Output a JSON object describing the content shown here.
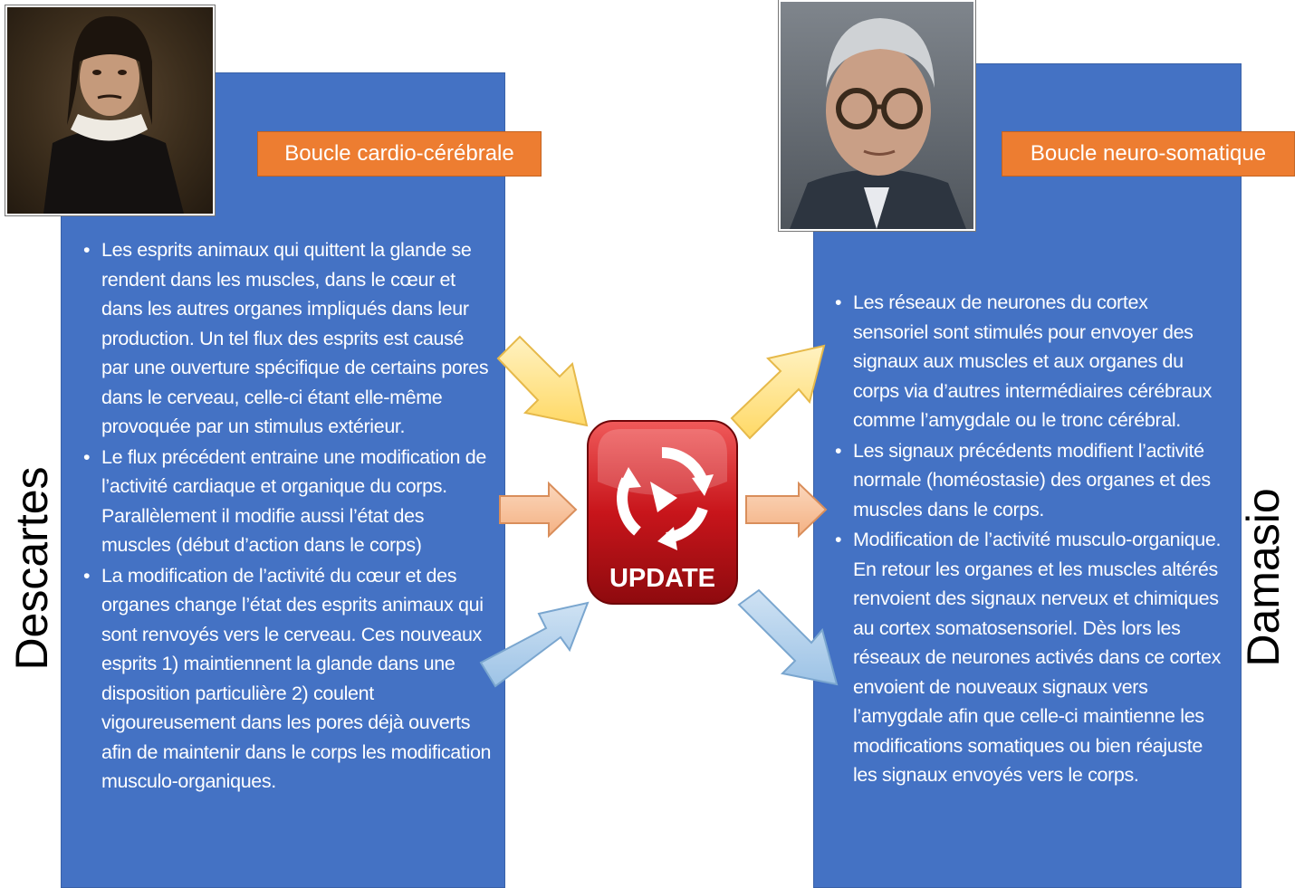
{
  "left": {
    "side_label": "Descartes",
    "tag": "Boucle cardio-cérébrale",
    "bullets": [
      "Les esprits animaux qui quittent la glande se rendent dans les muscles, dans le cœur et dans les autres organes impliqués dans leur production. Un tel flux des esprits est causé par une ouverture spécifique de certains pores dans le cerveau, celle-ci étant elle-même provoquée par un stimulus extérieur.",
      "Le flux précédent entraine une modification de l’activité cardiaque et organique du corps. Parallèlement il modifie aussi l’état des muscles (début d’action dans le corps)",
      "La modification de l’activité du cœur et des organes change l’état des esprits animaux qui sont renvoyés vers le cerveau. Ces nouveaux esprits 1) maintiennent la glande dans une disposition particulière 2) coulent vigoureusement dans les pores déjà ouverts afin de maintenir dans le corps les modification musculo-organiques."
    ]
  },
  "right": {
    "side_label": "Damasio",
    "tag": "Boucle neuro-somatique",
    "bullets": [
      "Les réseaux de neurones du cortex sensoriel sont stimulés pour envoyer des signaux aux muscles et aux organes du corps via d’autres intermédiaires cérébraux comme l’amygdale ou le tronc cérébral.",
      "Les signaux précédents modifient l’activité normale (homéostasie) des organes et des muscles dans le corps.",
      "Modification de l’activité musculo-organique. En retour les organes et les muscles altérés renvoient des signaux nerveux et chimiques au cortex somatosensoriel. Dès lors les réseaux de neurones activés dans ce cortex envoient de nouveaux signaux vers l’amygdale afin que celle-ci maintienne les modifications somatiques ou bien réajuste les signaux envoyés vers le corps."
    ]
  },
  "center": {
    "label": "UPDATE",
    "icon": "refresh-arrows-icon",
    "button_color": "#c8151b"
  },
  "colors": {
    "panel": "#4472c4",
    "tag": "#ed7d31",
    "arrow_yellow": "#ffd966",
    "arrow_orange": "#f4b183",
    "arrow_blue": "#9dc3e6"
  }
}
